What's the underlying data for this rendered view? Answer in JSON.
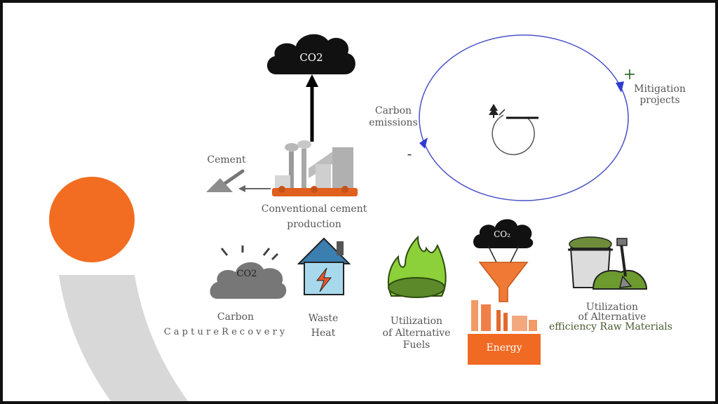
{
  "top_cloud": {
    "label": "CO2"
  },
  "cement": {
    "label": "Cement"
  },
  "production": {
    "line1": "Conventional cement",
    "line2": "production"
  },
  "cycle": {
    "carbon_emissions": {
      "line1": "Carbon",
      "line2": "emissions"
    },
    "mitigation": {
      "line1": "Mitigation",
      "line2": "projects"
    },
    "minus_sign": "-",
    "plus_sign": "+"
  },
  "items": {
    "carbon_capture": {
      "cloud_label": "CO2",
      "line1": "Carbon",
      "line2": "C a p t u r e   R e c o v e r y"
    },
    "waste_heat": {
      "line1": "Waste",
      "line2": "Heat"
    },
    "alt_fuels": {
      "line1": "Utilization",
      "line2": "of Alternative",
      "line3": "Fuels"
    },
    "energy": {
      "cloud_label": "CO₂",
      "label": "Energy"
    },
    "raw_materials": {
      "line1": "Utilization",
      "line2": "of Alternative",
      "line3": "efficiency Raw Materials"
    }
  },
  "colors": {
    "orange": "#f26d21",
    "gray_arc": "#d8d8d8",
    "cycle_blue": "#4a52c8"
  }
}
